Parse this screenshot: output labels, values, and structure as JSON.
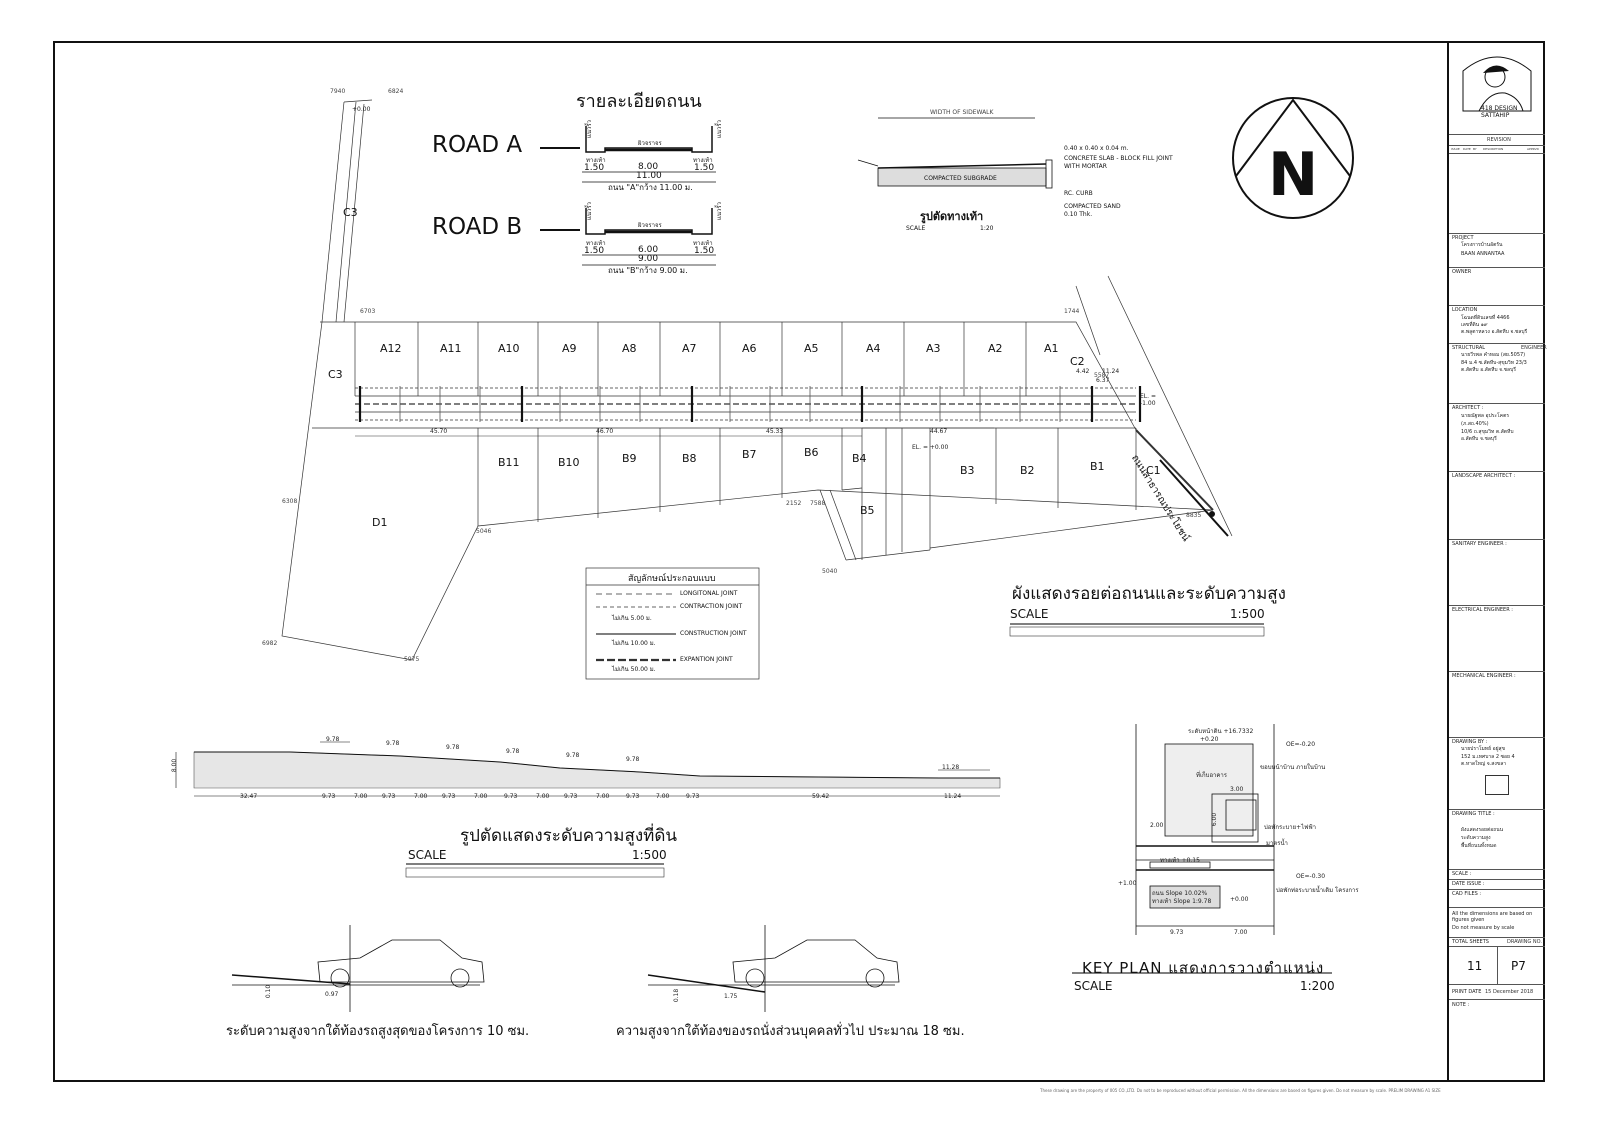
{
  "titles": {
    "road_detail": "รายละเอียดถนน",
    "road_a": "ROAD  A",
    "road_b": "ROAD  B",
    "road_a_caption": "ถนน \"A\"กว้าง 11.00 ม.",
    "road_b_caption": "ถนน \"B\"กว้าง 9.00 ม.",
    "sidewalk_title": "รูปตัดทางเท้า",
    "sidewalk_scale_label": "SCALE",
    "sidewalk_scale_value": "1:20",
    "plan_title": "ผังแสดงรอยต่อถนนและระดับความสูง",
    "plan_scale_label": "SCALE",
    "plan_scale_value": "1:500",
    "section_title": "รูปตัดแสดงระดับความสูงที่ดิน",
    "section_scale_label": "SCALE",
    "section_scale_value": "1:500",
    "key_plan_title": "KEY  PLAN  แสดงการวางตำแหน่ง",
    "key_plan_scale_label": "SCALE",
    "key_plan_scale_value": "1:200",
    "car_caption_1": "ระดับความสูงจากใต้ท้องรถสูงสุดของโครงการ 10 ซม.",
    "car_caption_2": "ความสูงจากใต้ท้องของรถนั่งส่วนบุคคลทั่วไป ประมาณ 18 ซม.",
    "car1_height": "0.10",
    "car1_len": "0.97",
    "car2_height": "0.18",
    "car2_len": "1.75",
    "north": "N"
  },
  "road_a_dims": {
    "side_l": "ทางเท้า",
    "center": "ผิวจราจร",
    "side_r": "ทางเท้า",
    "w_l": "1.50",
    "w_c": "8.00",
    "w_r": "1.50",
    "total": "11.00",
    "edge": "แนวรั้ว"
  },
  "road_b_dims": {
    "side_l": "ทางเท้า",
    "center": "ผิวจราจร",
    "side_r": "ทางเท้า",
    "w_l": "1.50",
    "w_c": "6.00",
    "w_r": "1.50",
    "total": "9.00",
    "edge": "แนวรั้ว"
  },
  "sidewalk": {
    "width_label": "WIDTH OF SIDEWALK",
    "slab": "0.40 x 0.40 x 0.04 m.",
    "slab2": "CONCRETE SLAB - BLOCK FILL JOINT",
    "slab3": "WITH MORTAR",
    "subgrade": "COMPACTED SUBGRADE",
    "curb": "RC. CURB",
    "sand": "COMPACTED SAND",
    "sand2": "0.10 Thk."
  },
  "legend": {
    "title": "สัญลักษณ์ประกอบแบบ",
    "items": [
      {
        "label": "LONGITONAL JOINT",
        "note": ""
      },
      {
        "label": "CONTRACTION JOINT",
        "note": "ไม่เกิน   5.00 ม."
      },
      {
        "label": "CONSTRUCTION JOINT",
        "note": "ไม่เกิน   10.00 ม."
      },
      {
        "label": "EXPANTION JOINT",
        "note": "ไม่เกิน   50.00 ม."
      }
    ]
  },
  "lots_top": [
    "A12",
    "A11",
    "A10",
    "A9",
    "A8",
    "A7",
    "A6",
    "A5",
    "A4",
    "A3",
    "A2",
    "A1"
  ],
  "lots_bottom": [
    "B11",
    "B10",
    "B9",
    "B8",
    "B7",
    "B6",
    "B4",
    "B3",
    "B2",
    "B1",
    "C1"
  ],
  "lots_other": {
    "c3_top": "C3",
    "c3_left": "C3",
    "c2": "C2",
    "b5": "B5",
    "d1": "D1"
  },
  "plan_dims": {
    "seg1": "45.70",
    "seg2": "46.70",
    "seg3": "45.33",
    "seg4": "44.67",
    "el_end": "EL. = -1.00",
    "el_b4": "EL. = +0.00",
    "plus0": "+0.00",
    "right_road": "ถนนสาธารณประโยชน์",
    "last": "11.24",
    "a1_sub": "4.42",
    "a1_sub2": "6.37"
  },
  "survey": [
    "7940",
    "6824",
    "6703",
    "1744",
    "5587",
    "6308",
    "5046",
    "2152",
    "7588",
    "5040",
    "6982",
    "5975",
    "8835"
  ],
  "section_dims": {
    "height": "8.00",
    "top": [
      "9.78",
      "9.78",
      "9.78",
      "9.78",
      "9.78",
      "9.78",
      "11.28"
    ],
    "bottom": [
      "32.47",
      "9.73",
      "7.00",
      "9.73",
      "7.00",
      "9.73",
      "7.00",
      "9.73",
      "7.00",
      "9.73",
      "7.00",
      "9.73",
      "7.00",
      "9.73",
      "59.42",
      "11.24"
    ]
  },
  "key_plan": {
    "lvl_top": "ระดับหน้าดิน +16.7332",
    "p020": "+0.20",
    "house": "ที่เก็บอาคาร",
    "edge_lbl": "ขอบหน้าบ้าน ภายในบ้าน",
    "dim_6": "6.00",
    "dim_200": "2.00",
    "dim_300": "3.00",
    "door": "บ่อพักระบาย+ไฟฟ้า",
    "meter": "มาตรน้ำ",
    "oe1": "OE=-0.20",
    "oe2": "OE=-0.30",
    "road_lbl": "ทางเท้า +0.15",
    "slope1": "ถนน Slope 10.02%",
    "slope2": "ทางเท้า Slope 1:9.78",
    "el1": "+1.00",
    "el0": "+0.00",
    "w1": "9.73",
    "w2": "7.00",
    "drain": "บ่อพักท่อระบายน้ำเดิม โครงการ"
  },
  "titleblock": {
    "logo1": "418 DESIGN",
    "logo2": "SATTAHIP",
    "revision": "REVISION",
    "rev_cols": [
      "ISSUE",
      "DATE",
      "BY",
      "DESCRIPTION",
      "APPRVD"
    ],
    "project_label": "PROJECT",
    "project": "โครงการบ้านอัตรัน",
    "project_en": "BAAN ANNANTAA",
    "owner_label": "OWNER",
    "location_label": "LOCATION",
    "location": "โฉนดที่ดินเลขที่ 4466",
    "location2": "เลขที่ดิน ๑๙",
    "location3": "ต.พลูตาหลวง อ.สัตหีบ จ.ชลบุรี",
    "structural_label": "STRUCTURAL",
    "engineer": "ENGINEER",
    "structural": "นายวีรพล คำหอม (สย.5057)",
    "structural2": "84 ม.4 ซ.สัตหีบ-สุขุมวิท 23/3",
    "structural3": "ต.สัตหีบ อ.สัตหีบ จ.ชลบุรี",
    "architect_label": "ARCHITECT :",
    "architect": "นายณัฐพล อุประโคตร",
    "architect2": "(ภ.สถ.40%)",
    "architect3": "10/6 ถ.สุขุมวิท ต.สัตหีบ",
    "architect4": "อ.สัตหีบ จ.ชลบุรี",
    "landscape_label": "LANDSCAPE ARCHITECT :",
    "sanitary_label": "SANITARY ENGINEER :",
    "electrical_label": "ELECTRICAL ENGINEER :",
    "mechanical_label": "MECHANICAL ENGINEER :",
    "drawing_by_label": "DRAWING BY :",
    "drawing_by": "นายปราโมทย์ อยู่สุข",
    "drawing_by2": "152 ม.เทศบาล 2 ซอย 4",
    "drawing_by3": "ต.หาดใหญ่ จ.สงขลา",
    "drawing_title_label": "DRAWING TITLE :",
    "drawing_title": "ผังแสดงรอยต่อถนน",
    "drawing_title2": "ระดับความสูง",
    "drawing_title3": "พื้นที่ถนนทั้งหมด",
    "scale_label": "SCALE :",
    "date_issue_label": "DATE ISSUE :",
    "cad_label": "CAD FILES :",
    "note_dims": "All the dimensions are based on figures given",
    "note_measure": "Do not measure by scale",
    "total_sheets_label": "TOTAL SHEETS",
    "drawing_no_label": "DRAWING NO.",
    "total_sheets": "11",
    "drawing_no": "P7",
    "print_date_label": "PRINT DATE",
    "print_date": "15 December 2018",
    "note_label": "NOTE :"
  },
  "footer": "These drawing are the property of 005 CO.,LTD. Do not to be reproduced without official permission. All the dimensions are based on figures given. Do not measure by scale.  PRELIM DRAWING  A1 SIZE"
}
